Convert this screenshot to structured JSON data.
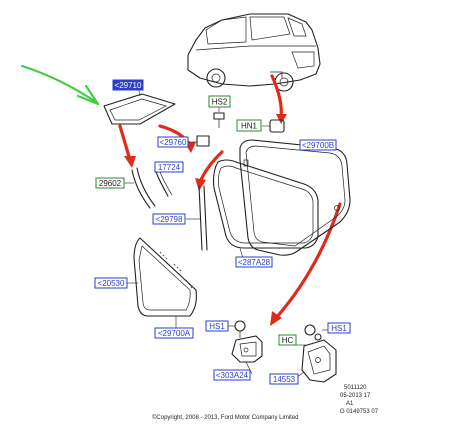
{
  "labels": {
    "top_window": "<29710",
    "hs2": "HS2",
    "hn1": "HN1",
    "l29760": "<29760",
    "l29700b": "<29700B",
    "l17724": "17724",
    "l29602": "29602",
    "l29798": "<29798",
    "l287a28": "<287A28",
    "l20530": "<20530",
    "l29700a": "<29700A",
    "hs1_left": "HS1",
    "hc": "HC",
    "hs1_right": "HS1",
    "l303a24": "<303A24",
    "l14553": "14553"
  },
  "footer": {
    "copyright": "©Copyright, 2008 - 2013, Ford Motor Company Limited",
    "ref1": "5011120",
    "ref2": "05-2013 17",
    "ref3": "A1",
    "ref4": "G 0149753 07"
  },
  "colors": {
    "label_blue": "#2a3fd0",
    "label_green": "#2d8a2d",
    "arrow_red": "#e02a1a",
    "annotation_green": "#3fcf3f"
  }
}
